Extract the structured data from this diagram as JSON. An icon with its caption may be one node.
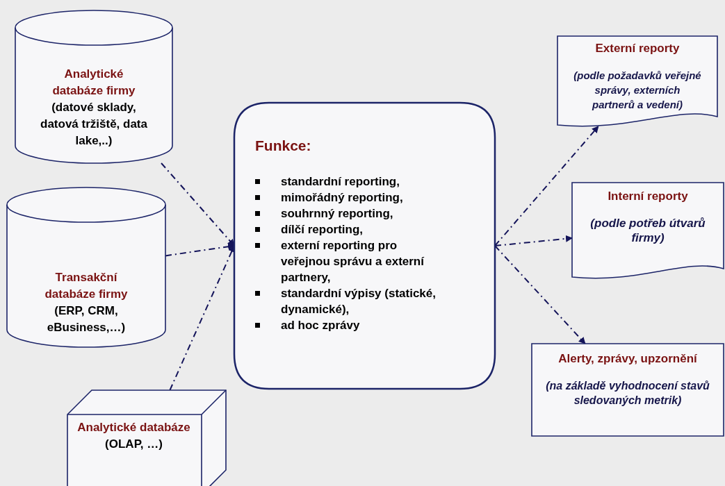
{
  "diagram": {
    "nodes": [
      {
        "text": [
          "Analytické databáze firmy",
          "(datové sklady, datová tržiště, data lake,..)"
        ]
      },
      {
        "text": [
          "Transakční databáze firmy",
          "(ERP, CRM, eBusiness,…)"
        ]
      },
      {
        "text": [
          "Analytické databáze",
          "(OLAP, …)"
        ]
      },
      {
        "text": [
          "Funkce:",
          "standardní reporting,",
          "mimořádný reporting,",
          "souhrnný reporting,",
          "dílčí reporting,",
          "externí reporting pro veřejnou správu a externí partnery,",
          "standardní výpisy (statické, dynamické),",
          "ad hoc zprávy"
        ]
      },
      {
        "text": [
          "Externí reporty",
          "(podle požadavků veřejné správy, externích partnerů a vedení)"
        ]
      },
      {
        "text": [
          "Interní reporty",
          "(podle potřeb útvarů firmy)"
        ]
      },
      {
        "text": [
          "Alerty, zprávy, upzornění",
          "(na základě vyhodnocení stavů sledovaných metrik)"
        ]
      }
    ],
    "edges": [
      {
        "from": 0,
        "to": 3,
        "arrow": "to"
      },
      {
        "from": 1,
        "to": 3,
        "arrow": "to"
      },
      {
        "from": 2,
        "to": 3,
        "arrow": "to"
      },
      {
        "from": 3,
        "to": 4,
        "arrow": "to"
      },
      {
        "from": 3,
        "to": 5,
        "arrow": "to"
      },
      {
        "from": 3,
        "to": 6,
        "arrow": "to"
      }
    ]
  }
}
